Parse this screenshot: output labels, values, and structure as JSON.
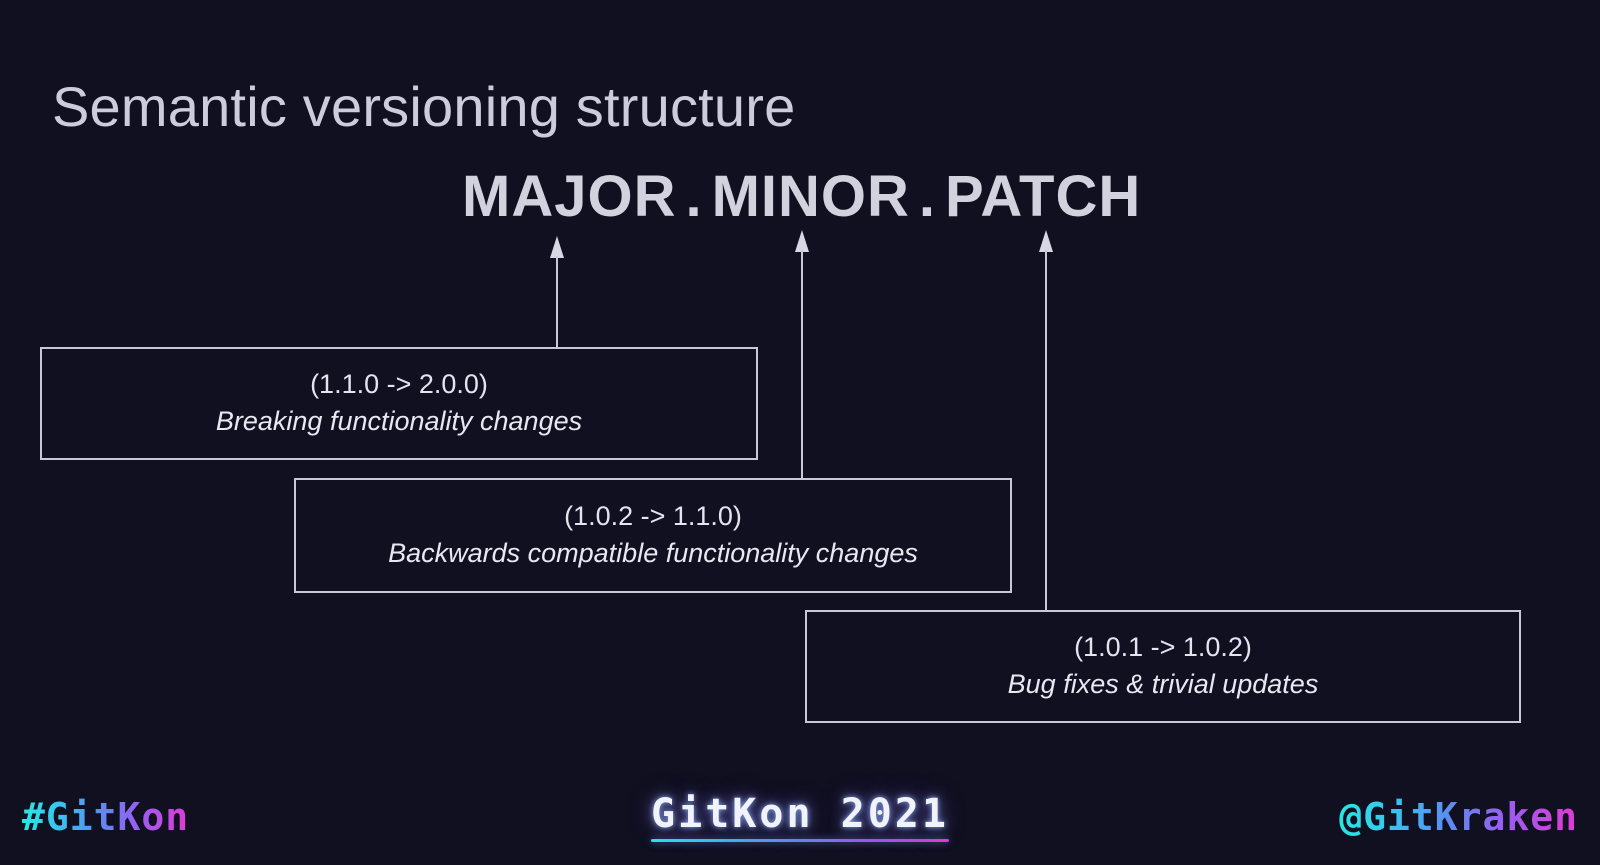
{
  "slide": {
    "title": "Semantic versioning structure",
    "background_color": "#101020"
  },
  "version_formula": {
    "major": "MAJOR",
    "separator_one": ".",
    "minor": "MINOR",
    "separator_two": ".",
    "patch": "PATCH"
  },
  "callouts": [
    {
      "id": "major",
      "range": "(1.1.0 -> 2.0.0)",
      "description": "Breaking functionality changes"
    },
    {
      "id": "minor",
      "range": "(1.0.2 -> 1.1.0)",
      "description": "Backwards compatible functionality changes"
    },
    {
      "id": "patch",
      "range": "(1.0.1 -> 1.0.2)",
      "description": "Bug fixes & trivial updates"
    }
  ],
  "footer": {
    "hashtag": "#GitKon",
    "center": "GitKon 2021",
    "handle": "@GitKraken",
    "gradient_start": "#28e8e0",
    "gradient_end": "#e23ad4"
  }
}
